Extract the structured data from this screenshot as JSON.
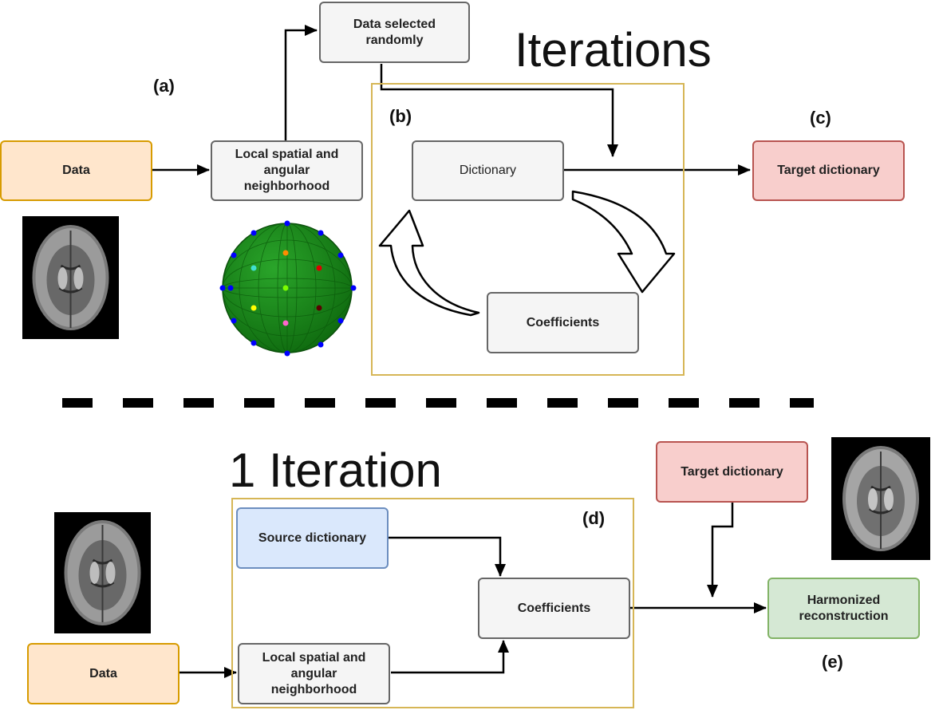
{
  "top": {
    "title": "Iterations",
    "labels": {
      "a": "(a)",
      "b": "(b)",
      "c": "(c)"
    },
    "nodes": {
      "data": "Data",
      "neighborhood": "Local spatial and angular neighborhood",
      "random": "Data selected randomly",
      "dictionary": "Dictionary",
      "coefficients": "Coefficients",
      "target": "Target dictionary"
    }
  },
  "bottom": {
    "title": "1 Iteration",
    "labels": {
      "d": "(d)",
      "e": "(e)"
    },
    "nodes": {
      "data": "Data",
      "neighborhood": "Local spatial and angular neighborhood",
      "source": "Source dictionary",
      "coefficients": "Coefficients",
      "target": "Target dictionary",
      "harmonized": "Harmonized reconstruction"
    }
  },
  "colors": {
    "process": "#f5f5f5",
    "data": "#ffe6cc",
    "target": "#f8cecc",
    "source": "#dae8fc",
    "output": "#d5e8d4",
    "frame": "#d6b656",
    "sphere": "#1a8c1a"
  },
  "icons": [
    "brain-mri-image",
    "sphere-sampling-icon",
    "cycle-arrow-icon"
  ]
}
